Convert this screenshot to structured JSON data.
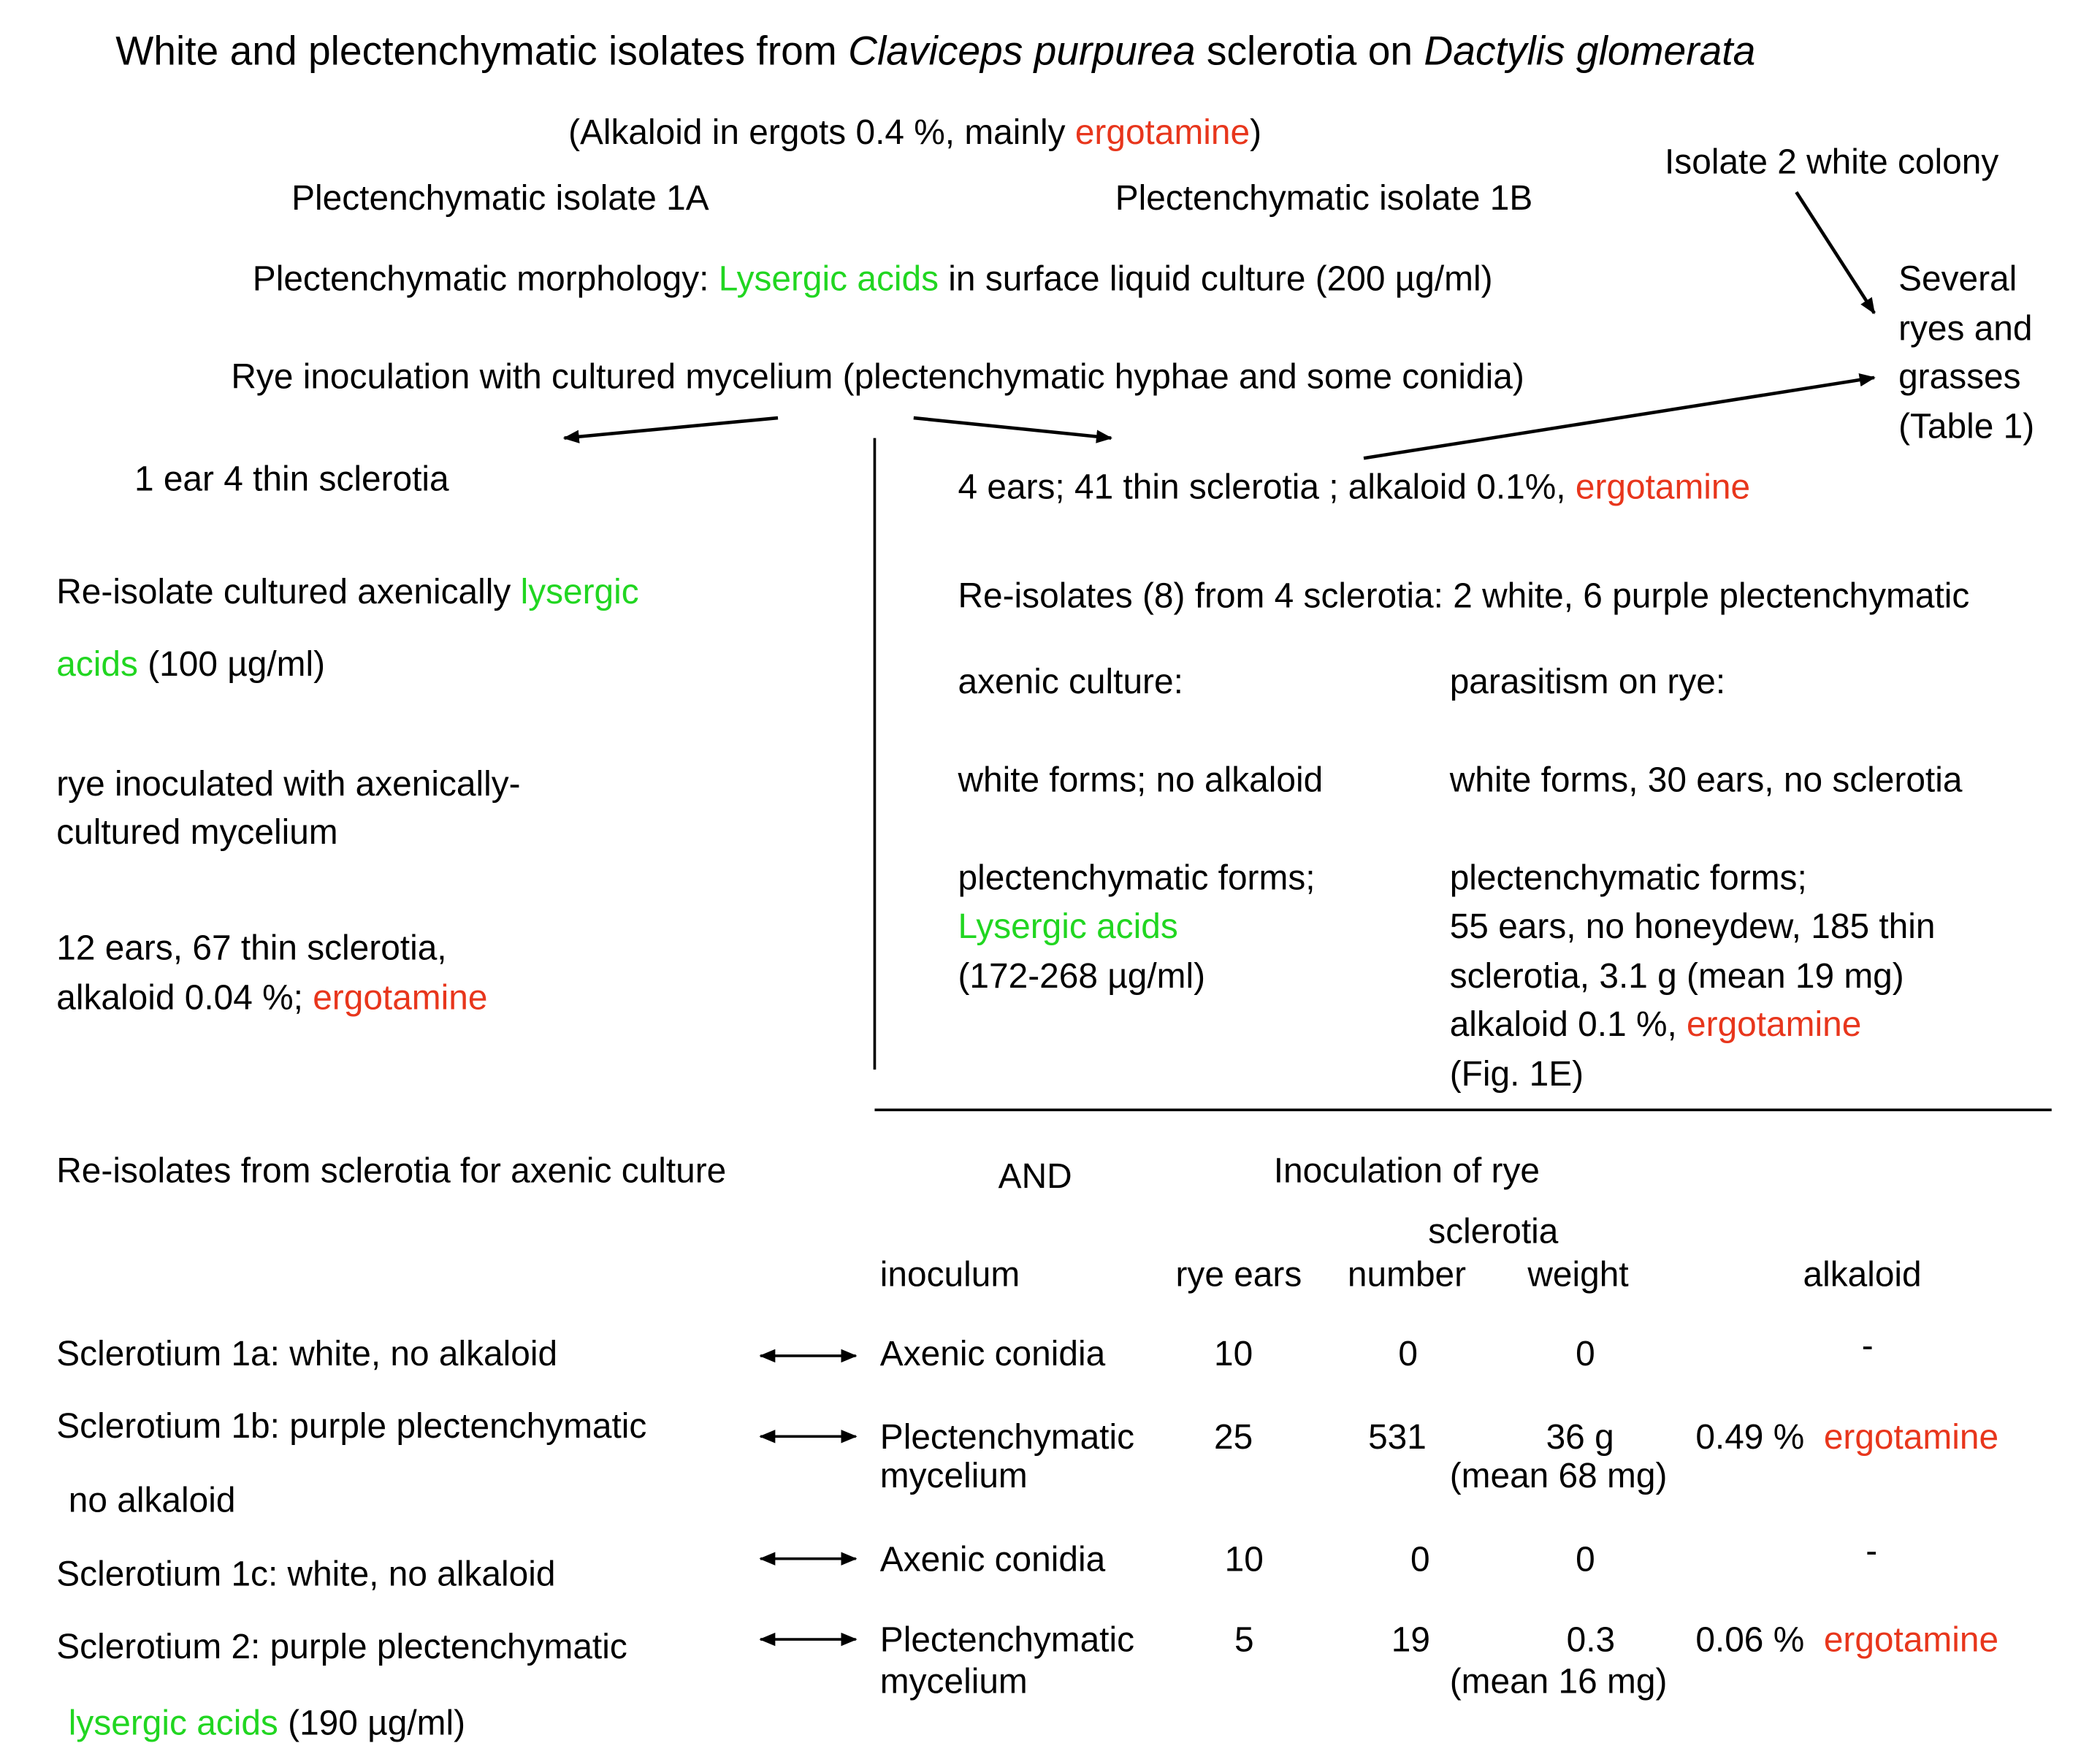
{
  "colors": {
    "ergotamine_red": "#e8361c",
    "lysergic_green": "#21d621"
  },
  "title": {
    "pre": "White and plectenchymatic isolates from ",
    "italic1": "Claviceps purpurea",
    "mid": " sclerotia on ",
    "italic2": "Dactylis glomerata"
  },
  "alkaloid_note": {
    "pre": "(Alkaloid in ergots 0.4 %, mainly ",
    "red": "ergotamine",
    "post": ")"
  },
  "isolate_1a": "Plectenchymatic  isolate 1A",
  "isolate_1b": "Plectenchymatic  isolate 1B",
  "isolate_2": "Isolate 2 white colony",
  "morphology": {
    "pre": "Plectenchymatic morphology: ",
    "green": "Lysergic acids",
    "post": " in surface liquid culture (200 µg/ml)"
  },
  "rye_inoculation": "Rye inoculation with cultured mycelium (plectenchymatic hyphae and some conidia)",
  "several_ryes": [
    "Several",
    "ryes and",
    "grasses",
    "(Table 1)"
  ],
  "left_branch": {
    "ear": "1 ear    4 thin sclerotia",
    "reisolate": {
      "pre": "Re-isolate cultured axenically   ",
      "green1": "lysergic",
      "green2": "acids",
      "post": " (100 µg/ml)"
    },
    "rye_inoc_1": "rye inoculated with axenically-",
    "rye_inoc_2": "cultured mycelium",
    "result_1": "12 ears, 67 thin sclerotia,",
    "result_2_pre": "alkaloid 0.04 %;   ",
    "result_2_red": "ergotamine"
  },
  "right_branch": {
    "ears": {
      "pre": "4 ears;  41 thin sclerotia ; alkaloid 0.1%, ",
      "red": "ergotamine"
    },
    "reisolates": "Re-isolates (8) from 4 sclerotia: 2 white, 6 purple plectenchymatic",
    "axenic_header": "axenic culture:",
    "parasitism_header": "parasitism on rye:",
    "white_axenic": "white forms; no alkaloid",
    "white_parasitism": "white forms, 30 ears,   no sclerotia",
    "plect_axenic": [
      "plectenchymatic forms;",
      "Lysergic acids",
      "(172-268 µg/ml)"
    ],
    "plect_parasitism": [
      "plectenchymatic forms;",
      "55 ears,   no honeydew, 185 thin",
      "sclerotia,   3.1 g (mean 19 mg)",
      "alkaloid 0.1 %,   ",
      "ergotamine",
      "(Fig. 1E)"
    ]
  },
  "bottom": {
    "reisolates_title": "Re-isolates from sclerotia for axenic culture",
    "and": "AND",
    "inoculation_title": "Inoculation of rye",
    "headers": {
      "sclerotia": "sclerotia",
      "inoculum": "inoculum",
      "rye_ears": "rye ears",
      "number": "number",
      "weight": "weight",
      "alkaloid": "alkaloid"
    },
    "rows": [
      {
        "left1": "Sclerotium 1a: white, no alkaloid",
        "inoculum1": "Axenic conidia",
        "ears": "10",
        "number": "0",
        "weight": "0",
        "alk": "-",
        "alk_red": ""
      },
      {
        "left1": "Sclerotium 1b: purple plectenchymatic",
        "left2": "no alkaloid",
        "inoculum1": "Plectenchymatic",
        "inoculum2": "mycelium",
        "ears": "25",
        "number": "531",
        "weight": "36 g",
        "weight2": "(mean 68 mg)",
        "alk": "0.49 %",
        "alk_red": "ergotamine"
      },
      {
        "left1": "Sclerotium 1c: white, no alkaloid",
        "inoculum1": "Axenic conidia",
        "ears": "10",
        "number": "0",
        "weight": "0",
        "alk": "-",
        "alk_red": ""
      },
      {
        "left1": "Sclerotium 2:    purple plectenchymatic",
        "left2_green": "lysergic acids",
        "left2_post": " (190 µg/ml)",
        "inoculum1": "Plectenchymatic",
        "inoculum2": "mycelium",
        "ears": "5",
        "number": "19",
        "weight": "0.3",
        "weight2": "(mean 16 mg)",
        "alk": "0.06 %",
        "alk_red": "ergotamine"
      }
    ]
  }
}
